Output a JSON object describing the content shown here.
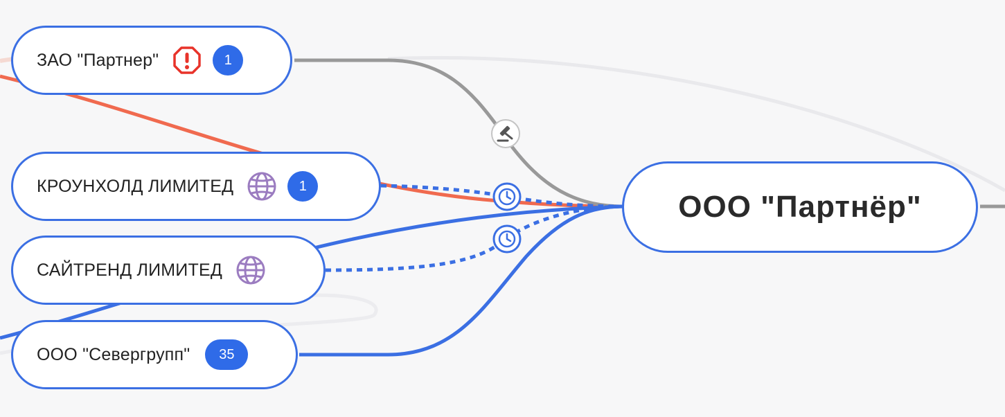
{
  "center_node": {
    "label": "ООО \"Партнёр\""
  },
  "nodes": [
    {
      "id": "zao-partner",
      "label": "ЗАО \"Партнер\"",
      "icon": "warning-icon",
      "badge": "1"
    },
    {
      "id": "crownhold",
      "label": "КРОУНХОЛД ЛИМИТЕД",
      "icon": "globe-icon",
      "badge": "1"
    },
    {
      "id": "sitrend",
      "label": "САЙТРЕНД ЛИМИТЕД",
      "icon": "globe-icon",
      "badge": ""
    },
    {
      "id": "severgroup",
      "label": "ООО \"Севергрупп\"",
      "icon": "",
      "badge": "35"
    }
  ],
  "edge_icons": [
    "court-gavel-icon",
    "clock-icon",
    "clock-icon"
  ],
  "colors": {
    "node_border": "#3b6fe3",
    "badge": "#2f6be8",
    "link_blue": "#3b6fe3",
    "link_gray": "#999999",
    "link_red": "#f06a4f",
    "warning": "#e8332a",
    "globe": "#9b7cc0"
  }
}
